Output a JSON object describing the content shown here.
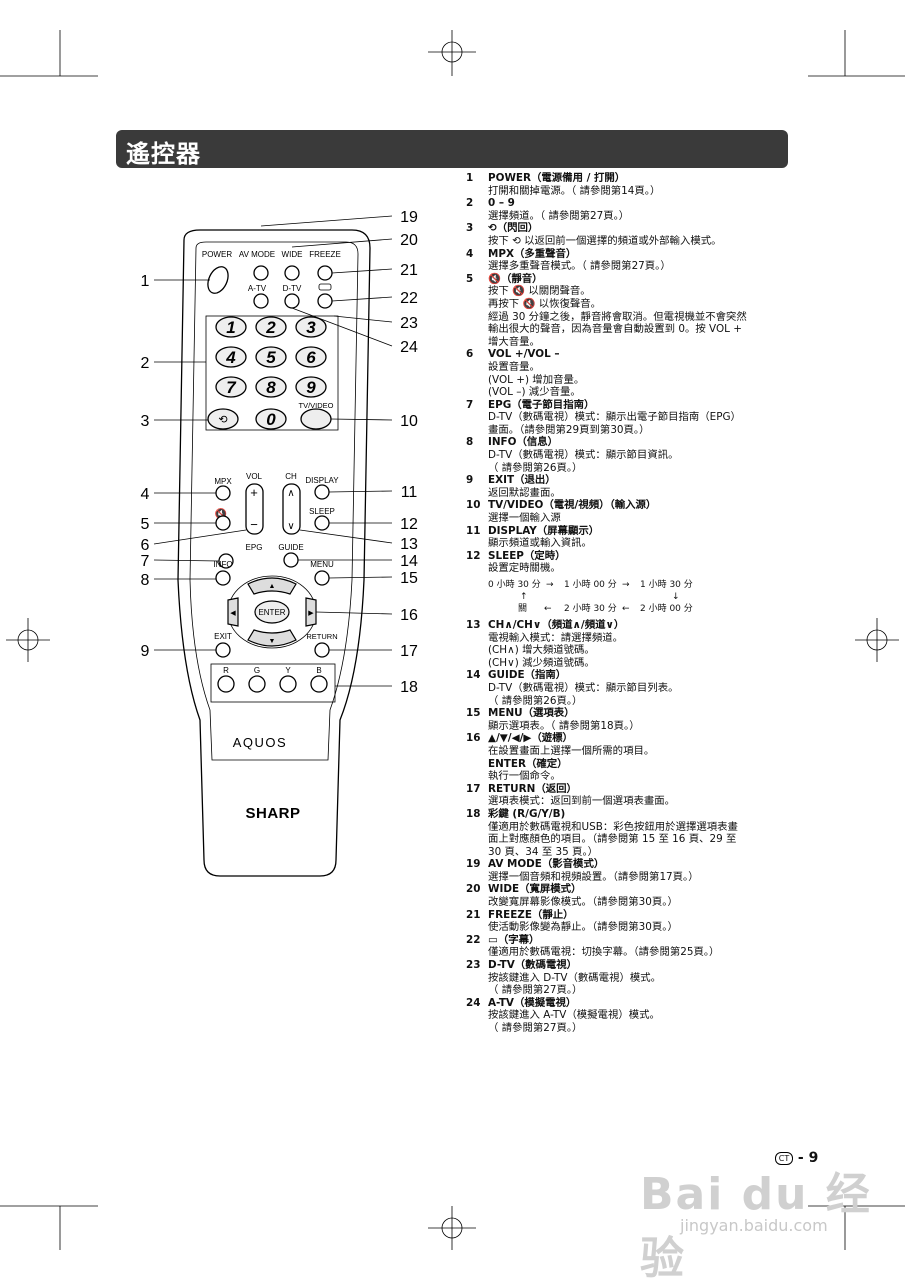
{
  "page": {
    "title": "遙控器",
    "page_number": "9",
    "page_badge": "CT",
    "page_dash": "-"
  },
  "watermark": {
    "brand": "Bai du 经验",
    "url": "jingyan.baidu.com"
  },
  "remote": {
    "buttons": {
      "power": "POWER",
      "av_mode": "AV MODE",
      "wide": "WIDE",
      "freeze": "FREEZE",
      "atv": "A-TV",
      "dtv": "D-TV",
      "tv_video": "TV/VIDEO",
      "mpx": "MPX",
      "vol": "VOL",
      "ch": "CH",
      "display": "DISPLAY",
      "sleep": "SLEEP",
      "epg": "EPG",
      "guide": "GUIDE",
      "info": "INFO",
      "menu": "MENU",
      "enter": "ENTER",
      "exit": "EXIT",
      "return": "RETURN",
      "r": "R",
      "g": "G",
      "y": "Y",
      "b": "B"
    },
    "digits": [
      "1",
      "2",
      "3",
      "4",
      "5",
      "6",
      "7",
      "8",
      "9",
      "0"
    ],
    "brand_aquos": "AQUOS",
    "brand_sharp": "SHARP",
    "callouts_left": [
      "1",
      "2",
      "3",
      "4",
      "5",
      "6",
      "7",
      "8",
      "9"
    ],
    "callouts_right": [
      "19",
      "20",
      "21",
      "22",
      "23",
      "24",
      "10",
      "11",
      "12",
      "13",
      "14",
      "15",
      "16",
      "17",
      "18"
    ]
  },
  "items": [
    {
      "num": "1",
      "head": "POWER（電源備用 / 打開）",
      "lines": [
        "打開和關掉電源。（ 請參閱第14頁。）"
      ]
    },
    {
      "num": "2",
      "head": "0 – 9",
      "lines": [
        "選擇頻道。（ 請參閱第27頁。）"
      ]
    },
    {
      "num": "3",
      "head": "⟲（閃回）",
      "lines": [
        "按下 ⟲ 以返回前一個選擇的頻道或外部輸入模式。"
      ]
    },
    {
      "num": "4",
      "head": "MPX（多重聲音）",
      "lines": [
        "選擇多重聲音模式。（ 請參閱第27頁。）"
      ]
    },
    {
      "num": "5",
      "head": "🔇（靜音）",
      "lines": [
        "按下 🔇 以關閉聲音。",
        "再按下 🔇 以恢復聲音。",
        "經過 30 分鐘之後，靜音將會取消。但電視機並不會突然",
        "輸出很大的聲音，因為音量會自動設置到 0。按 VOL +",
        "增大音量。"
      ]
    },
    {
      "num": "6",
      "head": "VOL +/VOL –",
      "lines": [
        "設置音量。",
        "(VOL +) 增加音量。",
        "(VOL –) 減少音量。"
      ]
    },
    {
      "num": "7",
      "head": "EPG（電子節目指南）",
      "lines": [
        "D-TV（數碼電視）模式：顯示出電子節目指南（EPG）",
        "畫面。（請參閱第29頁到第30頁。）"
      ]
    },
    {
      "num": "8",
      "head": "INFO（信息）",
      "lines": [
        "D-TV（數碼電視）模式：顯示節目資訊。",
        "（ 請參閱第26頁。）"
      ]
    },
    {
      "num": "9",
      "head": "EXIT（退出）",
      "lines": [
        "返回默認畫面。"
      ]
    },
    {
      "num": "10",
      "head": "TV/VIDEO（電視/視頻）（輸入源）",
      "lines": [
        "選擇一個輸入源"
      ]
    },
    {
      "num": "11",
      "head": "DISPLAY（屏幕顯示）",
      "lines": [
        "顯示頻道或輸入資訊。"
      ]
    },
    {
      "num": "12",
      "head": "SLEEP（定時）",
      "lines": [
        "設置定時關機。"
      ]
    },
    {
      "num": "13",
      "head": "CH∧/CH∨（頻道∧/頻道∨）",
      "lines": [
        "電視輸入模式：請選擇頻道。",
        "(CH∧) 增大頻道號碼。",
        "(CH∨) 減少頻道號碼。"
      ]
    },
    {
      "num": "14",
      "head": "GUIDE（指南）",
      "lines": [
        "D-TV（數碼電視）模式：顯示節目列表。",
        "（ 請參閱第26頁。）"
      ]
    },
    {
      "num": "15",
      "head": "MENU（選項表）",
      "lines": [
        "顯示選項表。（ 請參閱第18頁。）"
      ]
    },
    {
      "num": "16",
      "head": "▲/▼/◀/▶（遊標）",
      "lines": [
        "在設置畫面上選擇一個所需的項目。"
      ],
      "head2": "ENTER（確定）",
      "lines2": [
        "執行一個命令。"
      ]
    },
    {
      "num": "17",
      "head": "RETURN（返回）",
      "lines": [
        "選項表模式：返回到前一個選項表畫面。"
      ]
    },
    {
      "num": "18",
      "head": "彩鍵 (R/G/Y/B)",
      "lines": [
        "僅適用於數碼電視和USB：彩色按鈕用於選擇選項表畫",
        "面上對應顏色的項目。（請參閱第 15 至 16 頁、29 至",
        "30 頁、34 至 35 頁。）"
      ]
    },
    {
      "num": "19",
      "head": "AV MODE（影音模式）",
      "lines": [
        "選擇一個音頻和視頻設置。（請參閱第17頁。）"
      ]
    },
    {
      "num": "20",
      "head": "WIDE（寬屏模式）",
      "lines": [
        "改變寬屏幕影像模式。（請參閱第30頁。）"
      ]
    },
    {
      "num": "21",
      "head": "FREEZE（靜止）",
      "lines": [
        "使活動影像變為靜止。（請參閱第30頁。）"
      ]
    },
    {
      "num": "22",
      "head": "▭（字幕）",
      "lines": [
        "僅適用於數碼電視：切換字幕。（請參閱第25頁。）"
      ]
    },
    {
      "num": "23",
      "head": "D-TV（數碼電視）",
      "lines": [
        "按該鍵進入 D-TV（數碼電視）模式。",
        "（ 請參閱第27頁。）"
      ]
    },
    {
      "num": "24",
      "head": "A-TV（模擬電視）",
      "lines": [
        "按該鍵進入 A-TV（模擬電視）模式。",
        "（ 請參閱第27頁。）"
      ]
    }
  ],
  "sleep_flow": {
    "s0": "0 小時 30 分",
    "s1": "1 小時 00 分",
    "s2": "1 小時 30 分",
    "s3": "2 小時 00 分",
    "s4": "2 小時 30 分",
    "off": "關"
  }
}
